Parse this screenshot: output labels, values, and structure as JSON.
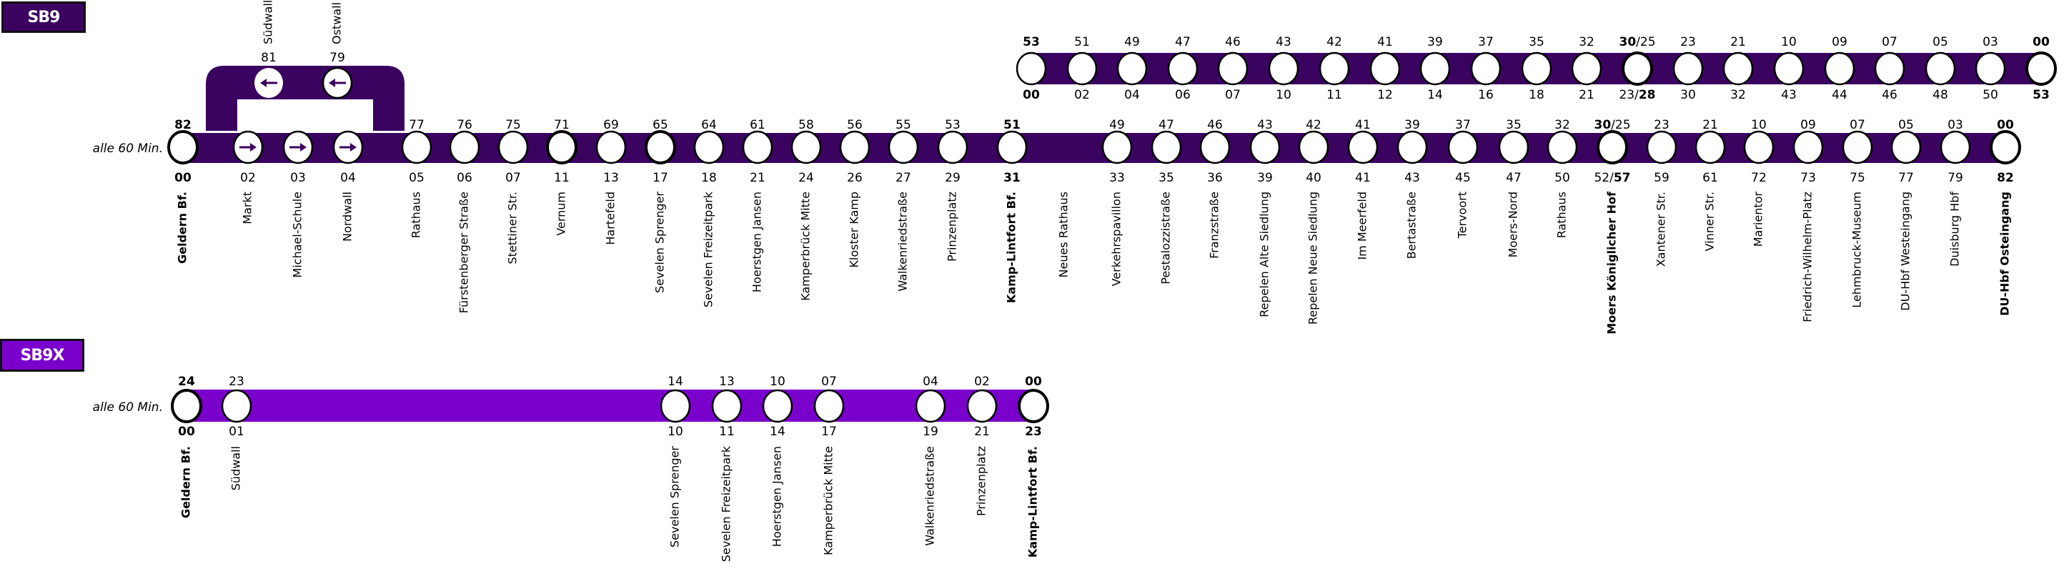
{
  "lines": [
    {
      "id": "SB9",
      "label": "SB9",
      "color": "#3a0360",
      "frequency": "alle 60 Min.",
      "loop": {
        "upper_stops": [
          {
            "name": "Südwall",
            "time_top": "81",
            "arrow": "left"
          },
          {
            "name": "Ostwall",
            "time_top": "79",
            "arrow": "left"
          }
        ]
      },
      "branch_top": [
        {
          "top": "53",
          "top_bold": true,
          "bottom": "00",
          "bottom_bold": true
        },
        {
          "top": "51",
          "bottom": "02"
        },
        {
          "top": "49",
          "bottom": "04"
        },
        {
          "top": "47",
          "bottom": "06"
        },
        {
          "top": "46",
          "bottom": "07"
        },
        {
          "top": "43",
          "bottom": "10"
        },
        {
          "top": "42",
          "bottom": "11"
        },
        {
          "top": "41",
          "bottom": "12"
        },
        {
          "top": "39",
          "bottom": "14"
        },
        {
          "top": "37",
          "bottom": "16"
        },
        {
          "top": "35",
          "bottom": "18"
        },
        {
          "top": "32",
          "bottom": "21"
        },
        {
          "top_parts": [
            {
              "t": "30",
              "b": true
            },
            {
              "t": "/25",
              "b": false
            }
          ],
          "bottom_parts": [
            {
              "t": "23/",
              "b": false
            },
            {
              "t": "28",
              "b": true
            }
          ],
          "heavy": true
        },
        {
          "top": "23",
          "bottom": "30"
        },
        {
          "top": "21",
          "bottom": "32"
        },
        {
          "top": "10",
          "bottom": "43"
        },
        {
          "top": "09",
          "bottom": "44"
        },
        {
          "top": "07",
          "bottom": "46"
        },
        {
          "top": "05",
          "bottom": "48"
        },
        {
          "top": "03",
          "bottom": "50"
        },
        {
          "top": "00",
          "top_bold": true,
          "bottom": "53",
          "bottom_bold": true,
          "heavy": true
        }
      ],
      "stops": [
        {
          "name": "Geldern Bf.",
          "bold": true,
          "top": "82",
          "top_bold": true,
          "bottom": "00",
          "bottom_bold": true,
          "heavy": true
        },
        {
          "name": "Markt",
          "bottom": "02",
          "arrow": "right"
        },
        {
          "name": "Michael-Schule",
          "bottom": "03",
          "arrow": "right"
        },
        {
          "name": "Nordwall",
          "bottom": "04",
          "arrow": "right"
        },
        {
          "name": "Rathaus",
          "top": "77",
          "bottom": "05"
        },
        {
          "name": "Fürstenberger Straße",
          "top": "76",
          "bottom": "06"
        },
        {
          "name": "Stettiner Str.",
          "top": "75",
          "bottom": "07"
        },
        {
          "name": "Vernum",
          "top": "71",
          "bottom": "11",
          "heavy": true
        },
        {
          "name": "Hartefeld",
          "top": "69",
          "bottom": "13"
        },
        {
          "name": "Sevelen Sprenger",
          "top": "65",
          "bottom": "17",
          "heavy": true
        },
        {
          "name": "Sevelen Freizeitpark",
          "top": "64",
          "bottom": "18"
        },
        {
          "name": "Hoerstgen Jansen",
          "top": "61",
          "bottom": "21"
        },
        {
          "name": "Kamperbrück Mitte",
          "top": "58",
          "bottom": "24"
        },
        {
          "name": "Kloster Kamp",
          "top": "56",
          "bottom": "26"
        },
        {
          "name": "Walkenriedstraße",
          "top": "55",
          "bottom": "27"
        },
        {
          "name": "Prinzenplatz",
          "top": "53",
          "bottom": "29"
        },
        {
          "name": "Kamp-Lintfort Bf.",
          "bold": true,
          "top": "51",
          "top_bold": true,
          "bottom": "31",
          "bottom_bold": true
        },
        {
          "name": "Neues Rathaus",
          "no_circle": true
        },
        {
          "name": "Verkehrspavillon",
          "top": "49",
          "bottom": "33"
        },
        {
          "name": "Pestalozzistraße",
          "top": "47",
          "bottom": "35"
        },
        {
          "name": "Franzstraße",
          "top": "46",
          "bottom": "36"
        },
        {
          "name": "Repelen Alte Siedlung",
          "top": "43",
          "bottom": "39"
        },
        {
          "name": "Repelen Neue Siedlung",
          "top": "42",
          "bottom": "40"
        },
        {
          "name": "Im Meerfeld",
          "top": "41",
          "bottom": "41"
        },
        {
          "name": "Bertastraße",
          "top": "39",
          "bottom": "43"
        },
        {
          "name": "Tervoort",
          "top": "37",
          "bottom": "45"
        },
        {
          "name": "Moers-Nord",
          "top": "35",
          "bottom": "47"
        },
        {
          "name": "Rathaus",
          "top": "32",
          "bottom": "50"
        },
        {
          "name": "Moers Königlicher Hof",
          "bold": true,
          "top_parts": [
            {
              "t": "30",
              "b": true
            },
            {
              "t": "/25",
              "b": false
            }
          ],
          "bottom_parts": [
            {
              "t": "52/",
              "b": false
            },
            {
              "t": "57",
              "b": true
            }
          ],
          "heavy": true
        },
        {
          "name": "Xantener Str.",
          "top": "23",
          "bottom": "59"
        },
        {
          "name": "Vinner Str.",
          "top": "21",
          "bottom": "61"
        },
        {
          "name": "Marientor",
          "top": "10",
          "bottom": "72"
        },
        {
          "name": "Friedrich-Wilhelm-Platz",
          "top": "09",
          "bottom": "73"
        },
        {
          "name": "Lehmbruck-Museum",
          "top": "07",
          "bottom": "75"
        },
        {
          "name": "DU-Hbf Westeingang",
          "top": "05",
          "bottom": "77"
        },
        {
          "name": "Duisburg Hbf",
          "top": "03",
          "bottom": "79"
        },
        {
          "name": "DU-Hbf Osteingang",
          "bold": true,
          "top": "00",
          "top_bold": true,
          "bottom": "82",
          "bottom_bold": true,
          "heavy": true
        }
      ]
    },
    {
      "id": "SB9X",
      "label": "SB9X",
      "color": "#7a00cc",
      "frequency": "alle 60 Min.",
      "stops": [
        {
          "name": "Geldern Bf.",
          "bold": true,
          "top": "24",
          "top_bold": true,
          "bottom": "00",
          "bottom_bold": true,
          "heavy": true
        },
        {
          "name": "Südwall",
          "top": "23",
          "bottom": "01"
        },
        {
          "name": "Sevelen Sprenger",
          "top": "14",
          "bottom": "10"
        },
        {
          "name": "Sevelen Freizeitpark",
          "top": "13",
          "bottom": "11"
        },
        {
          "name": "Hoerstgen Jansen",
          "top": "10",
          "bottom": "14"
        },
        {
          "name": "Kamperbrück Mitte",
          "top": "07",
          "bottom": "17"
        },
        {
          "name": "Walkenriedstraße",
          "top": "04",
          "bottom": "19"
        },
        {
          "name": "Prinzenplatz",
          "top": "02",
          "bottom": "21"
        },
        {
          "name": "Kamp-Lintfort Bf.",
          "bold": true,
          "top": "00",
          "top_bold": true,
          "bottom": "23",
          "bottom_bold": true,
          "heavy": true
        }
      ]
    }
  ]
}
